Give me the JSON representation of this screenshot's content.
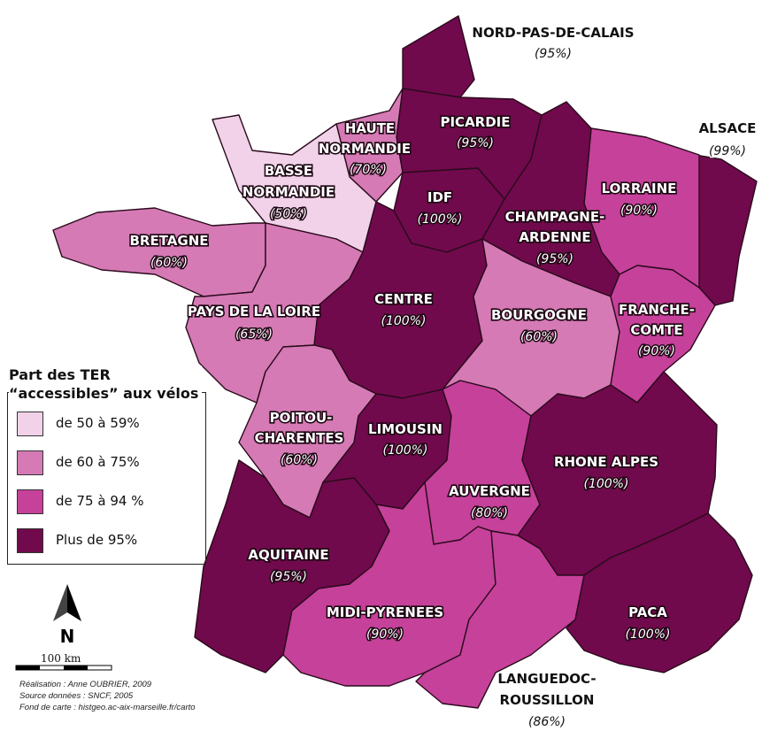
{
  "legend": {
    "title_line1": "Part des TER",
    "title_line2": "“accessibles” aux vélos",
    "items": [
      {
        "label": "de 50 à 59%",
        "color": "#f1d2e8"
      },
      {
        "label": "de 60 à 75%",
        "color": "#d57ab5"
      },
      {
        "label": "de 75 à 94 %",
        "color": "#c6419a"
      },
      {
        "label": "Plus de 95%",
        "color": "#700a4c"
      }
    ]
  },
  "regions": {
    "nord": {
      "name": "NORD-PAS-DE-CALAIS",
      "value": "(95%)",
      "color": "#700a4c"
    },
    "picardie": {
      "name": "PICARDIE",
      "value": "(95%)",
      "color": "#700a4c"
    },
    "haute_normandie": {
      "name_1": "HAUTE",
      "name_2": "NORMANDIE",
      "value": "(70%)",
      "color": "#d57ab5"
    },
    "basse_normandie": {
      "name_1": "BASSE",
      "name_2": "NORMANDIE",
      "value": "(50%)",
      "color": "#f1d2e8"
    },
    "alsace": {
      "name": "ALSACE",
      "value": "(99%)",
      "color": "#700a4c"
    },
    "lorraine": {
      "name": "LORRAINE",
      "value": "(90%)",
      "color": "#c6419a"
    },
    "idf": {
      "name": "IDF",
      "value": "(100%)",
      "color": "#700a4c"
    },
    "champagne": {
      "name_1": "CHAMPAGNE-",
      "name_2": "ARDENNE",
      "value": "(95%)",
      "color": "#700a4c"
    },
    "bretagne": {
      "name": "BRETAGNE",
      "value": "(60%)",
      "color": "#d57ab5"
    },
    "pays_loire": {
      "name": "PAYS DE LA LOIRE",
      "value": "(65%)",
      "color": "#d57ab5"
    },
    "centre": {
      "name": "CENTRE",
      "value": "(100%)",
      "color": "#700a4c"
    },
    "bourgogne": {
      "name": "BOURGOGNE",
      "value": "(60%)",
      "color": "#d57ab5"
    },
    "franche_comte": {
      "name_1": "FRANCHE-",
      "name_2": "COMTE",
      "value": "(90%)",
      "color": "#c6419a"
    },
    "poitou": {
      "name_1": "POITOU-",
      "name_2": "CHARENTES",
      "value": "(60%)",
      "color": "#d57ab5"
    },
    "limousin": {
      "name": "LIMOUSIN",
      "value": "(100%)",
      "color": "#700a4c"
    },
    "auvergne": {
      "name": "AUVERGNE",
      "value": "(80%)",
      "color": "#c6419a"
    },
    "rhone_alpes": {
      "name": "RHONE ALPES",
      "value": "(100%)",
      "color": "#700a4c"
    },
    "aquitaine": {
      "name": "AQUITAINE",
      "value": "(95%)",
      "color": "#700a4c"
    },
    "midi_pyrenees": {
      "name": "MIDI-PYRENEES",
      "value": "(90%)",
      "color": "#c6419a"
    },
    "languedoc": {
      "name_1": "LANGUEDOC-",
      "name_2": "ROUSSILLON",
      "value": "(86%)",
      "color": "#c6419a"
    },
    "paca": {
      "name": "PACA",
      "value": "(100%)",
      "color": "#700a4c"
    }
  },
  "north_arrow": {
    "label": "N",
    "icon": "north-arrow-icon"
  },
  "scale": {
    "label": "100 km"
  },
  "credits": {
    "line1": "Réalisation : Anne OUBRIER, 2009",
    "line2": "Source données :  SNCF, 2005",
    "line3": "Fond de carte : histgeo.ac-aix-marseille.fr/carto"
  }
}
